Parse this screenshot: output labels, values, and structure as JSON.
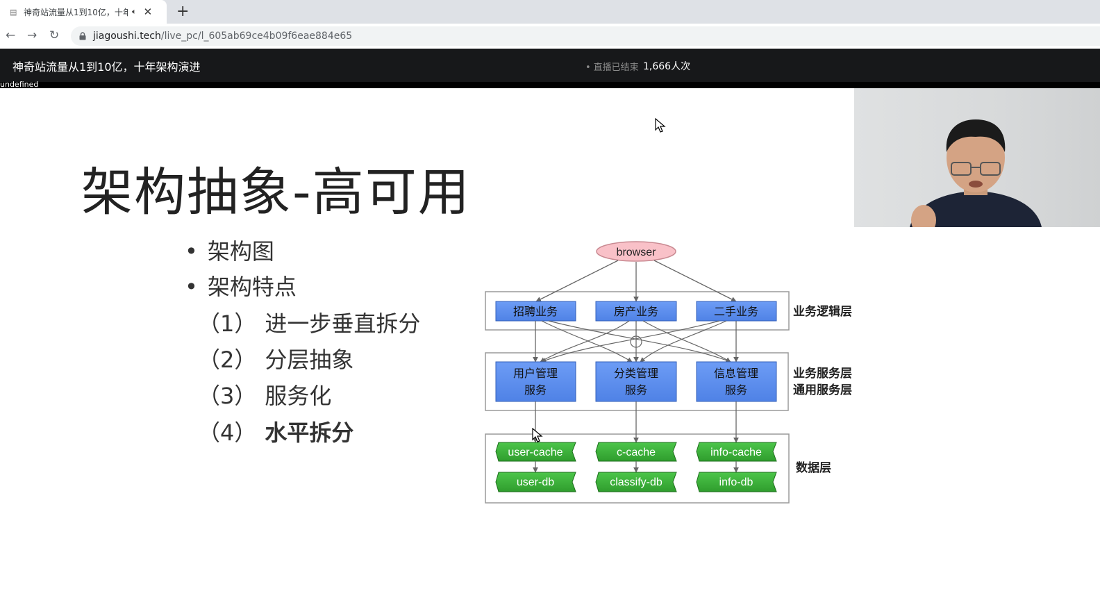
{
  "browser": {
    "tab": {
      "title": "神奇站流量从1到10亿，十年",
      "favicon": "page-icon",
      "audio_icon": "speaker-icon",
      "close_label": "✕"
    },
    "new_tab_label": "+",
    "url_host": "jiagoushi.tech",
    "url_path": "/live_pc/l_605ab69ce4b09f6eae884e65"
  },
  "live": {
    "title": "神奇站流量从1到10亿，十年架构演进",
    "status": "直播已结束",
    "count": "1,666人次",
    "debug_text": "undefined"
  },
  "slide": {
    "title": "架构抽象-高可用",
    "bullets": [
      "架构图",
      "架构特点"
    ],
    "subs": [
      {
        "num": "（1）",
        "text": "进一步垂直拆分"
      },
      {
        "num": "（2）",
        "text": "分层抽象"
      },
      {
        "num": "（3）",
        "text": "服务化"
      },
      {
        "num": "（4）",
        "text": "水平拆分"
      }
    ]
  },
  "diagram": {
    "browser_label": "browser",
    "logic_layer_label": "业务逻辑层",
    "logic_boxes": [
      "招聘业务",
      "房产业务",
      "二手业务"
    ],
    "service_layer_labels": [
      "业务服务层",
      "通用服务层"
    ],
    "service_boxes": [
      {
        "line1": "用户管理",
        "line2": "服务"
      },
      {
        "line1": "分类管理",
        "line2": "服务"
      },
      {
        "line1": "信息管理",
        "line2": "服务"
      }
    ],
    "data_layer_label": "数据层",
    "caches": [
      "user-cache",
      "c-cache",
      "info-cache"
    ],
    "dbs": [
      "user-db",
      "classify-db",
      "info-db"
    ],
    "colors": {
      "blue_box": "#5b8ef0",
      "green_box": "#3fb53d",
      "browser_fill": "#f9c1c8",
      "frame": "#9a9a9a"
    }
  }
}
